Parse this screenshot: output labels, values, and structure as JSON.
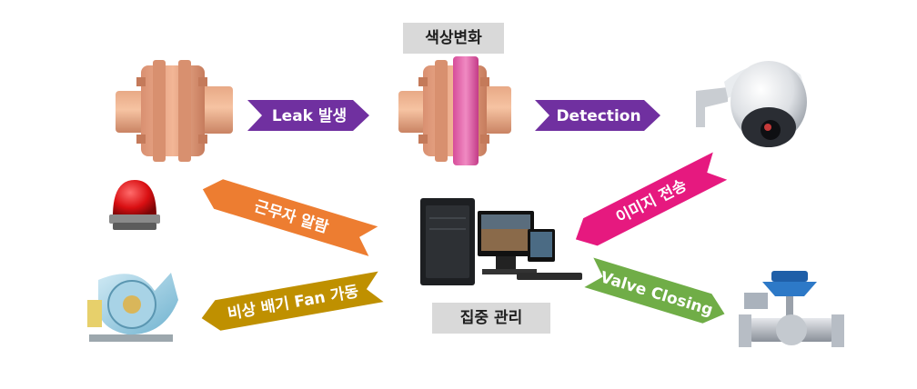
{
  "labels": {
    "color_change": "색상변화",
    "central_control": "집중 관리"
  },
  "arrows": {
    "leak": "Leak 발생",
    "detection": "Detection",
    "image_transfer": "이미지 전송",
    "alarm": "근무자 알람",
    "fan": "비상 배기 Fan 가동",
    "valve": "Valve Closing"
  },
  "colors": {
    "purple": "#7030a0",
    "pink": "#e6197f",
    "orange": "#ed7d31",
    "olive": "#bf9000",
    "green": "#70ad47",
    "tag_bg": "#d9d9d9"
  },
  "icons": [
    "pipe-flange-icon",
    "pink-flange-icon",
    "cctv-camera-icon",
    "siren-icon",
    "workstation-icon",
    "exhaust-fan-icon",
    "control-valve-icon"
  ]
}
